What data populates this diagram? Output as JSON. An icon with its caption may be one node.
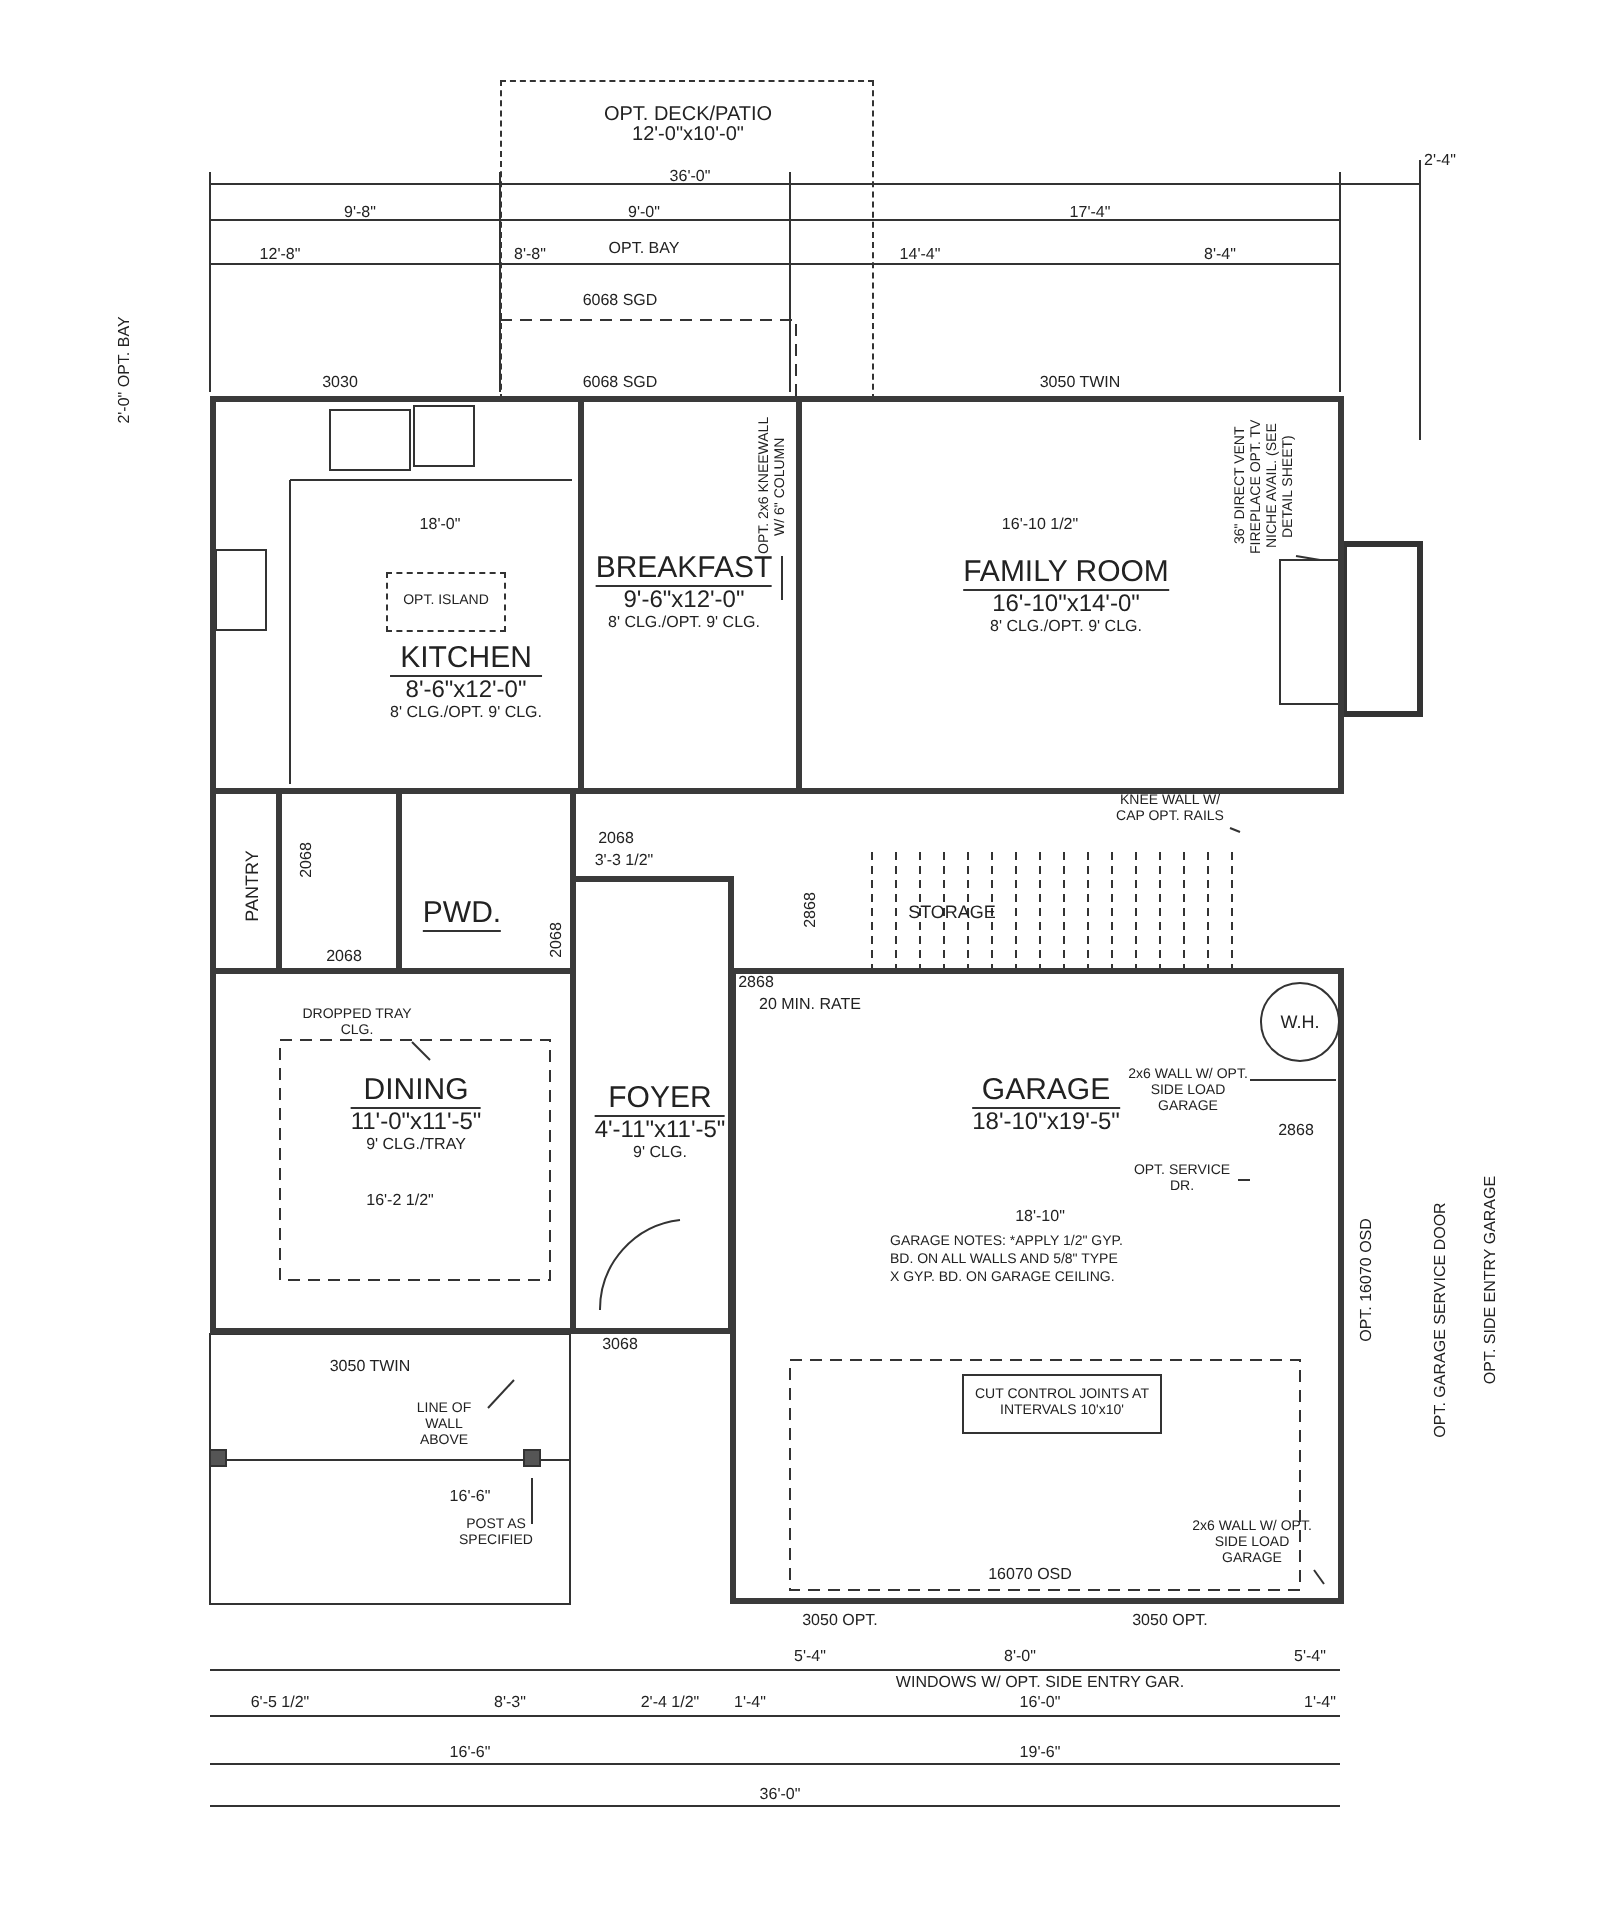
{
  "diagram": {
    "nodes": [
      {
        "text": [
          "OPT. DECK/PATIO",
          "12'-0\"x10'-0\""
        ]
      },
      {
        "text": [
          "KITCHEN",
          "8'-6\"x12'-0\"",
          "8' CLG./OPT. 9' CLG."
        ]
      },
      {
        "text": [
          "BREAKFAST",
          "9'-6\"x12'-0\"",
          "8' CLG./OPT. 9' CLG."
        ]
      },
      {
        "text": [
          "FAMILY ROOM",
          "16'-10\"x14'-0\"",
          "8' CLG./OPT. 9' CLG."
        ]
      },
      {
        "text": [
          "OPT. ISLAND"
        ],
        "in": 1
      },
      {
        "text": [
          "PANTRY"
        ]
      },
      {
        "text": [
          "PWD."
        ]
      },
      {
        "text": [
          "DINING",
          "11'-0\"x11'-5\"",
          "9' CLG./TRAY"
        ]
      },
      {
        "text": [
          "FOYER",
          "4'-11\"x11'-5\"",
          "9' CLG."
        ]
      },
      {
        "text": [
          "STORAGE"
        ]
      },
      {
        "text": [
          "GARAGE",
          "18'-10\"x19'-5\""
        ]
      },
      {
        "text": [
          "W.H."
        ],
        "in": 10
      },
      {
        "text": [
          "CUT CONTROL JOINTS AT INTERVALS 10'x10'"
        ],
        "in": 10
      },
      {
        "text": [
          "OPT. 2x6 KNEEWALL W/ 6\" COLUMN"
        ],
        "in": 2
      },
      {
        "text": [
          "36\" DIRECT VENT FIREPLACE OPT. TV NICHE AVAIL. (SEE DETAIL SHEET)"
        ],
        "in": 3
      },
      {
        "text": [
          "DROPPED TRAY CLG."
        ],
        "in": 7
      },
      {
        "text": [
          "KNEE WALL W/ CAP OPT. RAILS"
        ]
      },
      {
        "text": [
          "2x6 WALL W/ OPT. SIDE LOAD GARAGE"
        ],
        "in": 10
      },
      {
        "text": [
          "OPT. SERVICE DR."
        ],
        "in": 10
      },
      {
        "text": [
          "LINE OF WALL ABOVE"
        ]
      },
      {
        "text": [
          "POST AS SPECIFIED"
        ]
      },
      {
        "text": [
          "2x6 WALL W/ OPT. SIDE LOAD GARAGE"
        ],
        "in": 10
      }
    ],
    "edges": [
      {
        "from": 13,
        "to": null,
        "arrow": "none"
      },
      {
        "from": 14,
        "to": null,
        "arrow": "none"
      },
      {
        "from": 15,
        "to": null,
        "arrow": "none"
      },
      {
        "from": 16,
        "to": null,
        "arrow": "none"
      },
      {
        "from": 17,
        "to": null,
        "arrow": "none"
      },
      {
        "from": 18,
        "to": null,
        "arrow": "none"
      },
      {
        "from": 19,
        "to": null,
        "arrow": "none"
      },
      {
        "from": 20,
        "to": null,
        "arrow": "none"
      },
      {
        "from": 21,
        "to": null,
        "arrow": "none"
      }
    ],
    "labels": [
      "36'-0\"",
      "2'-4\"",
      "9'-8\"",
      "9'-0\"",
      "OPT. BAY",
      "17'-4\"",
      "12'-8\"",
      "8'-8\"",
      "14'-4\"",
      "8'-4\"",
      "6068 SGD",
      "3030",
      "6068 SGD",
      "3050 TWIN",
      "2'-0\" OPT. BAY",
      "18'-0\"",
      "16'-10 1/2\"",
      "2068",
      "2068",
      "2068",
      "3'-3 1/2\"",
      "2068",
      "2868",
      "2868",
      "20 MIN. RATE",
      "16'-2 1/2\"",
      "3068",
      "3050 TWIN",
      "16'-6\"",
      "GARAGE NOTES: *APPLY 1/2\" GYP. BD. ON ALL WALLS AND 5/8\" TYPE X GYP. BD. ON GARAGE CEILING.",
      "18'-10\"",
      "2868",
      "16070 OSD",
      "3050 OPT.",
      "3050 OPT.",
      "5'-4\"",
      "8'-0\"",
      "5'-4\"",
      "WINDOWS W/ OPT. SIDE ENTRY GAR.",
      "6'-5 1/2\"",
      "8'-3\"",
      "2'-4 1/2\"",
      "1'-4\"",
      "16'-0\"",
      "1'-4\"",
      "16'-6\"",
      "19'-6\"",
      "36'-0\"",
      "OPT. 16070 OSD",
      "OPT. GARAGE SERVICE DOOR",
      "OPT. SIDE ENTRY GARAGE"
    ]
  }
}
